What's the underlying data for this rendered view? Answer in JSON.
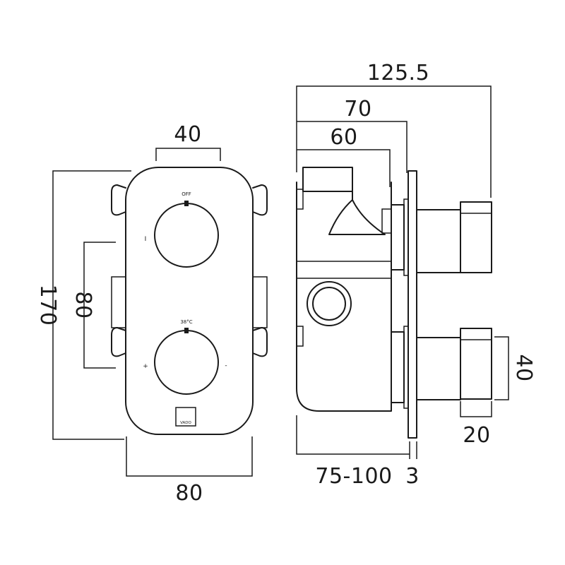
{
  "front_view": {
    "dimensions": {
      "width_top": "40",
      "height_total": "170",
      "height_inner": "80",
      "width_bottom": "80"
    },
    "upper_knob": {
      "label": "OFF",
      "side_mark": "I"
    },
    "lower_knob": {
      "label": "38°C",
      "plus_mark": "+",
      "minus_mark": "-"
    },
    "logo_text": "VADO"
  },
  "side_view": {
    "dimensions": {
      "overall_depth": "125.5",
      "depth_70": "70",
      "depth_60": "60",
      "handle_height": "40",
      "handle_width": "20",
      "wall_depth_range": "75-100",
      "plate_thickness": "3"
    }
  },
  "colors": {
    "line": "#1a1a1a",
    "background": "#ffffff"
  }
}
